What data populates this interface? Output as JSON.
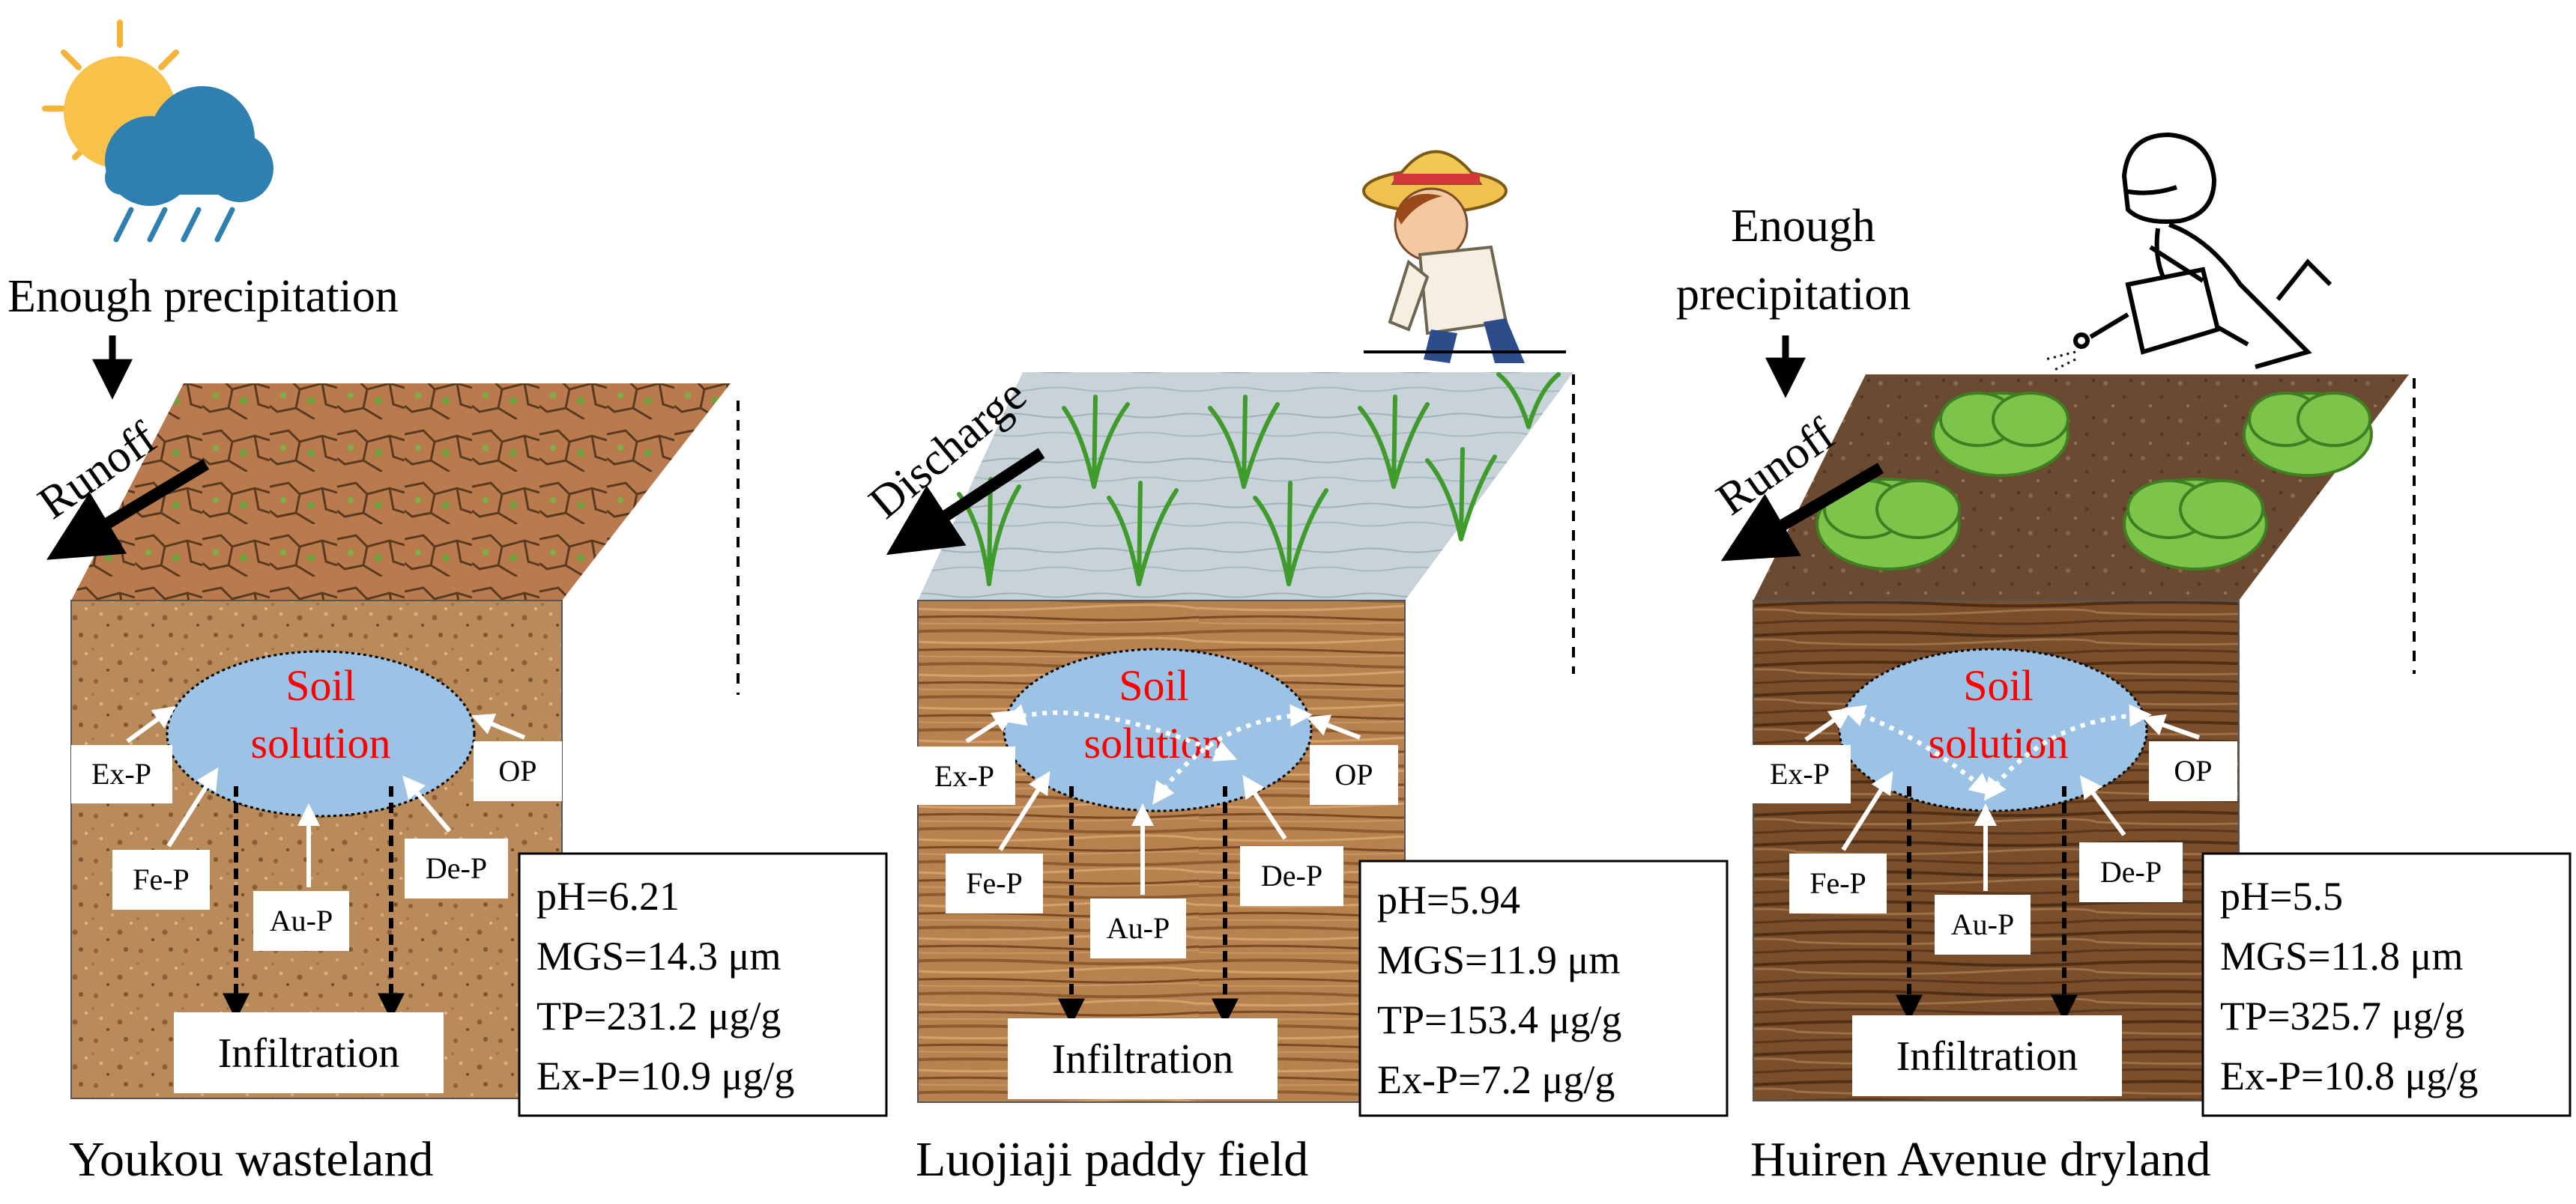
{
  "colors": {
    "soil_solution_fill": "#9cc3e6",
    "soil_solution_text": "#ff0000",
    "arrow_white": "#ffffff",
    "dry_soil": "#b98a5a",
    "wood_grain": "#a0703f",
    "dark_wood": "#6b4526",
    "water": "#c9d6dc",
    "crack_lines": "#5a3a1e",
    "green_plant": "#5aa832",
    "sun": "#f6b33a",
    "cloud": "#2f7fb0"
  },
  "icons": {
    "weather": "sun-cloud-rain-icon",
    "farmer": "farmer-in-straw-hat-icon",
    "gardener": "person-with-watering-can-icon"
  },
  "panels": [
    {
      "top_note": "Enough precipitation",
      "surface_flow": "Runoff",
      "surface": "cracked-dry-soil",
      "soil_texture": "dry-granular",
      "soil_solution_line1": "Soil",
      "soil_solution_line2": "solution",
      "fractions": {
        "ex_p": "Ex-P",
        "fe_p": "Fe-P",
        "au_p": "Au-P",
        "de_p": "De-P",
        "op": "OP"
      },
      "infiltration": "Infiltration",
      "stats": [
        "pH=6.21",
        "MGS=14.3 μm",
        "TP=231.2 μg/g",
        "Ex-P=10.9 μg/g"
      ],
      "site_name": "Youkou wasteland"
    },
    {
      "top_note": "",
      "surface_flow": "Discharge",
      "surface": "rice-paddy-water",
      "soil_texture": "wood-grain",
      "soil_solution_line1": "Soil",
      "soil_solution_line2": "solution",
      "fractions": {
        "ex_p": "Ex-P",
        "fe_p": "Fe-P",
        "au_p": "Au-P",
        "de_p": "De-P",
        "op": "OP"
      },
      "infiltration": "Infiltration",
      "stats": [
        "pH=5.94",
        "MGS=11.9 μm",
        "TP=153.4 μg/g",
        "Ex-P=7.2 μg/g"
      ],
      "site_name": "Luojiaji paddy field"
    },
    {
      "top_note_line1": "Enough",
      "top_note_line2": "precipitation",
      "surface_flow": "Runoff",
      "surface": "lettuce-on-brown-soil",
      "soil_texture": "dark-wood-grain",
      "soil_solution_line1": "Soil",
      "soil_solution_line2": "solution",
      "fractions": {
        "ex_p": "Ex-P",
        "fe_p": "Fe-P",
        "au_p": "Au-P",
        "de_p": "De-P",
        "op": "OP"
      },
      "infiltration": "Infiltration",
      "stats": [
        "pH=5.5",
        "MGS=11.8 μm",
        "TP=325.7 μg/g",
        "Ex-P=10.8 μg/g"
      ],
      "site_name": "Huiren Avenue dryland"
    }
  ]
}
